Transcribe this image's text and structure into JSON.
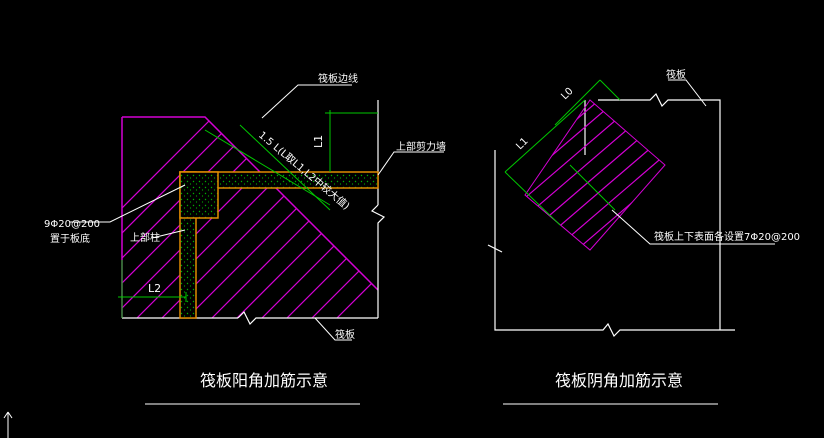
{
  "left": {
    "title": "筏板阳角加筋示意",
    "labels": {
      "raft_edge": "筏板边线",
      "upper_wall": "上部剪力墙",
      "bars": "9Φ20@200",
      "bars_note": "置于板底",
      "upper_column": "上部柱",
      "raft": "筏板",
      "dim_l2": "L2",
      "dim_l1": "L1",
      "dim_diag": "1.5 L(L取L1,L2中较大值)"
    }
  },
  "right": {
    "title": "筏板阴角加筋示意",
    "labels": {
      "raft": "筏板",
      "dim_l0": "L0",
      "dim_l1": "L1",
      "callout": "筏板上下表面各设置7Φ20@200"
    }
  },
  "colors": {
    "background": "#000000",
    "line_white": "#ffffff",
    "hatch_magenta": "#d400d4",
    "dim_green": "#00c800",
    "wall_orange": "#e08a00"
  }
}
